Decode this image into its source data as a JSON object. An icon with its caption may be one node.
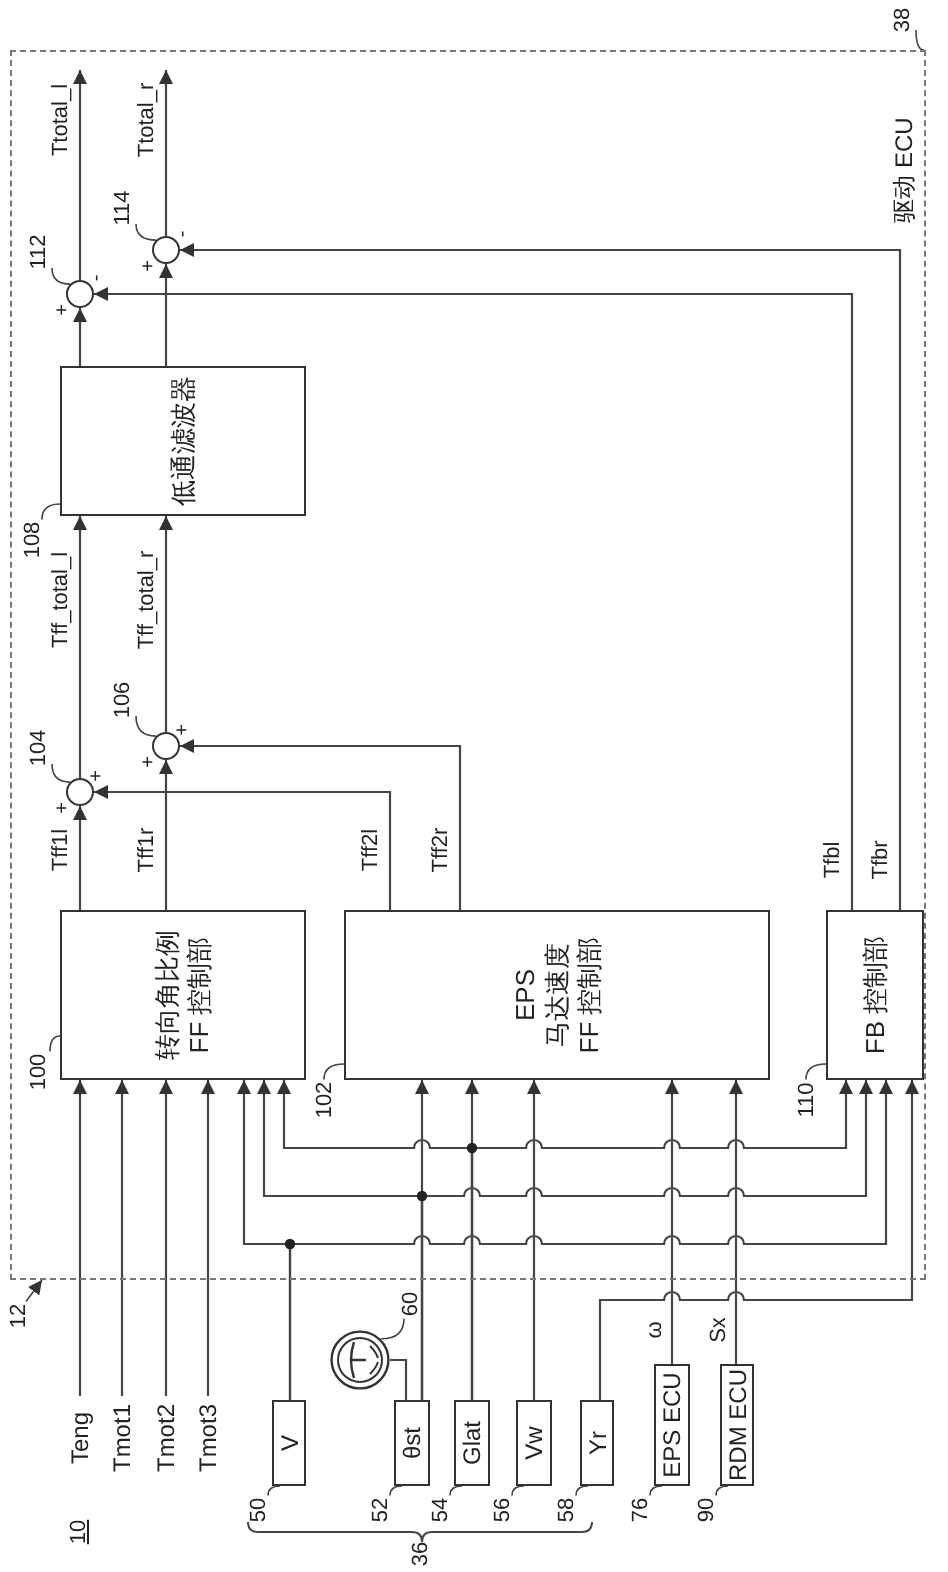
{
  "diagram": {
    "nodes": [
      {
        "text": [
          "驱动 ECU"
        ]
      },
      {
        "text": [
          "转向角比例",
          "FF 控制部"
        ],
        "in": 0
      },
      {
        "text": [
          "EPS",
          "马达速度",
          "FF 控制部"
        ],
        "in": 0
      },
      {
        "text": [
          "FB 控制部"
        ],
        "in": 0
      },
      {
        "text": [],
        "shape": "circle",
        "in": 0
      },
      {
        "text": [],
        "shape": "circle",
        "in": 0
      },
      {
        "text": [
          "低通滤波器"
        ],
        "in": 0
      },
      {
        "text": [],
        "shape": "circle",
        "in": 0
      },
      {
        "text": [],
        "shape": "circle",
        "in": 0
      },
      {
        "text": [
          "Teng"
        ]
      },
      {
        "text": [
          "Tmot1"
        ]
      },
      {
        "text": [
          "Tmot2"
        ]
      },
      {
        "text": [
          "Tmot3"
        ]
      },
      {
        "text": [
          "V"
        ]
      },
      {
        "text": [
          "θst"
        ]
      },
      {
        "text": [
          "Glat"
        ]
      },
      {
        "text": [
          "Vw"
        ]
      },
      {
        "text": [
          "Yr"
        ]
      },
      {
        "text": [
          "EPS ECU"
        ]
      },
      {
        "text": [
          "RDM ECU"
        ]
      },
      {
        "text": [],
        "shape": "picture"
      },
      {
        "text": [
          "100"
        ],
        "in": 0
      },
      {
        "text": [
          "102"
        ],
        "in": 0
      },
      {
        "text": [
          "110"
        ],
        "in": 0
      },
      {
        "text": [
          "104"
        ],
        "in": 0
      },
      {
        "text": [
          "106"
        ],
        "in": 0
      },
      {
        "text": [
          "108"
        ],
        "in": 0
      },
      {
        "text": [
          "112"
        ],
        "in": 0
      },
      {
        "text": [
          "114"
        ],
        "in": 0
      },
      {
        "text": [
          "38"
        ]
      },
      {
        "text": [
          "12"
        ]
      },
      {
        "text": [
          "60"
        ]
      },
      {
        "text": [
          "50"
        ]
      },
      {
        "text": [
          "52"
        ]
      },
      {
        "text": [
          "54"
        ]
      },
      {
        "text": [
          "56"
        ]
      },
      {
        "text": [
          "58"
        ]
      },
      {
        "text": [
          "76"
        ]
      },
      {
        "text": [
          "90"
        ]
      }
    ],
    "edges": [
      {
        "from": 1,
        "to": 4,
        "arrow": "to",
        "label": "Tff1l"
      },
      {
        "from": 1,
        "to": 5,
        "arrow": "to",
        "label": "Tff1r"
      },
      {
        "from": 2,
        "to": 4,
        "arrow": "to",
        "label": "Tff2l"
      },
      {
        "from": 2,
        "to": 5,
        "arrow": "to",
        "label": "Tff2r"
      },
      {
        "from": 4,
        "to": 6,
        "arrow": "to",
        "label": "Tff_total_l"
      },
      {
        "from": 5,
        "to": 6,
        "arrow": "to",
        "label": "Tff_total_r"
      },
      {
        "from": 6,
        "to": 7,
        "arrow": "to"
      },
      {
        "from": 6,
        "to": 8,
        "arrow": "to"
      },
      {
        "from": 7,
        "to": null,
        "arrow": "to",
        "label": "Ttotal_l"
      },
      {
        "from": 8,
        "to": null,
        "arrow": "to",
        "label": "Ttotal_r"
      },
      {
        "from": 3,
        "to": 7,
        "arrow": "to",
        "label": "Tfbl"
      },
      {
        "from": 3,
        "to": 8,
        "arrow": "to",
        "label": "Tfbr"
      },
      {
        "from": 9,
        "to": 1,
        "arrow": "to"
      },
      {
        "from": 10,
        "to": 1,
        "arrow": "to"
      },
      {
        "from": 11,
        "to": 1,
        "arrow": "to"
      },
      {
        "from": 12,
        "to": 1,
        "arrow": "to"
      },
      {
        "from": 13,
        "to": 1,
        "arrow": "to"
      },
      {
        "from": 13,
        "to": 3,
        "arrow": "to"
      },
      {
        "from": 14,
        "to": 1,
        "arrow": "to"
      },
      {
        "from": 14,
        "to": 2,
        "arrow": "to"
      },
      {
        "from": 14,
        "to": 3,
        "arrow": "to"
      },
      {
        "from": 15,
        "to": 1,
        "arrow": "to"
      },
      {
        "from": 15,
        "to": 2,
        "arrow": "to"
      },
      {
        "from": 15,
        "to": 3,
        "arrow": "to"
      },
      {
        "from": 16,
        "to": 2,
        "arrow": "to"
      },
      {
        "from": 17,
        "to": 3,
        "arrow": "to"
      },
      {
        "from": 18,
        "to": 2,
        "arrow": "to",
        "label": "ω"
      },
      {
        "from": 19,
        "to": 2,
        "arrow": "to",
        "label": "Sx"
      },
      {
        "from": 20,
        "to": 14,
        "arrow": "none"
      },
      {
        "from": 21,
        "to": 1,
        "arrow": "none"
      },
      {
        "from": 22,
        "to": 2,
        "arrow": "none"
      },
      {
        "from": 23,
        "to": 3,
        "arrow": "none"
      },
      {
        "from": 24,
        "to": 4,
        "arrow": "none"
      },
      {
        "from": 25,
        "to": 5,
        "arrow": "none"
      },
      {
        "from": 26,
        "to": 6,
        "arrow": "none"
      },
      {
        "from": 27,
        "to": 7,
        "arrow": "none"
      },
      {
        "from": 28,
        "to": 8,
        "arrow": "none"
      },
      {
        "from": 29,
        "to": 0,
        "arrow": "none"
      },
      {
        "from": 30,
        "to": 0,
        "arrow": "to"
      },
      {
        "from": 31,
        "to": 20,
        "arrow": "none"
      },
      {
        "from": 32,
        "to": 13,
        "arrow": "none"
      },
      {
        "from": 33,
        "to": 14,
        "arrow": "none"
      },
      {
        "from": 34,
        "to": 15,
        "arrow": "none"
      },
      {
        "from": 35,
        "to": 16,
        "arrow": "none"
      },
      {
        "from": 36,
        "to": 17,
        "arrow": "none"
      },
      {
        "from": 37,
        "to": 18,
        "arrow": "none"
      },
      {
        "from": 38,
        "to": 19,
        "arrow": "none"
      }
    ],
    "labels": [
      "+",
      "+",
      "+",
      "+",
      "+",
      "-",
      "+",
      "-",
      "36",
      "10"
    ]
  }
}
